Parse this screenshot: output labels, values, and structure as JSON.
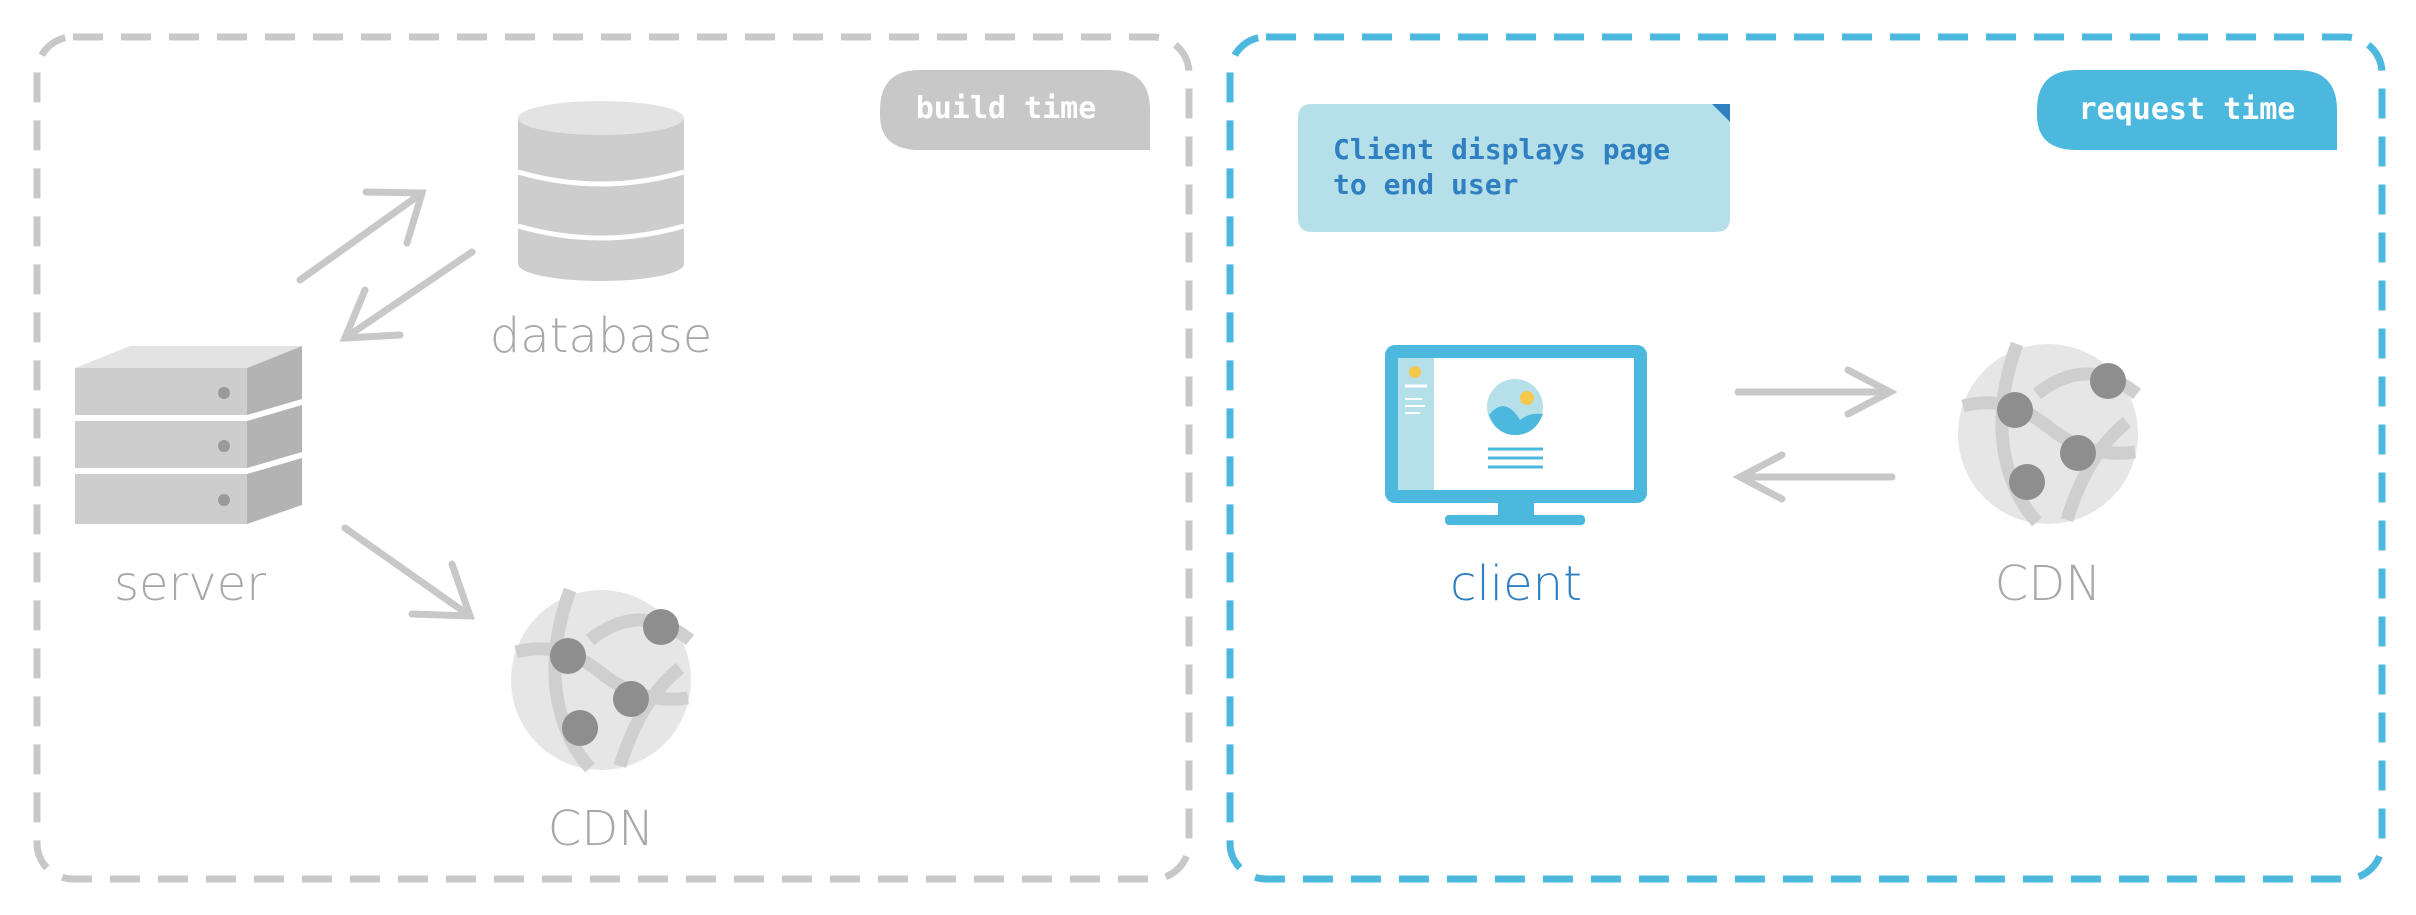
{
  "build_panel": {
    "badge_label": "build time",
    "server_label": "server",
    "database_label": "database",
    "cdn_label": "CDN"
  },
  "request_panel": {
    "badge_label": "request time",
    "note_line1": "Client displays page",
    "note_line2": "to end user",
    "client_label": "client",
    "cdn_label": "CDN"
  },
  "colors": {
    "build_gray": "#c8c8c8",
    "label_gray": "#a8a8a8",
    "request_blue": "#4db8de",
    "client_blue": "#2f7fc1",
    "note_bg": "#b5e0ea",
    "note_text": "#2f7fc1",
    "node_gray": "#8e8e8e"
  }
}
